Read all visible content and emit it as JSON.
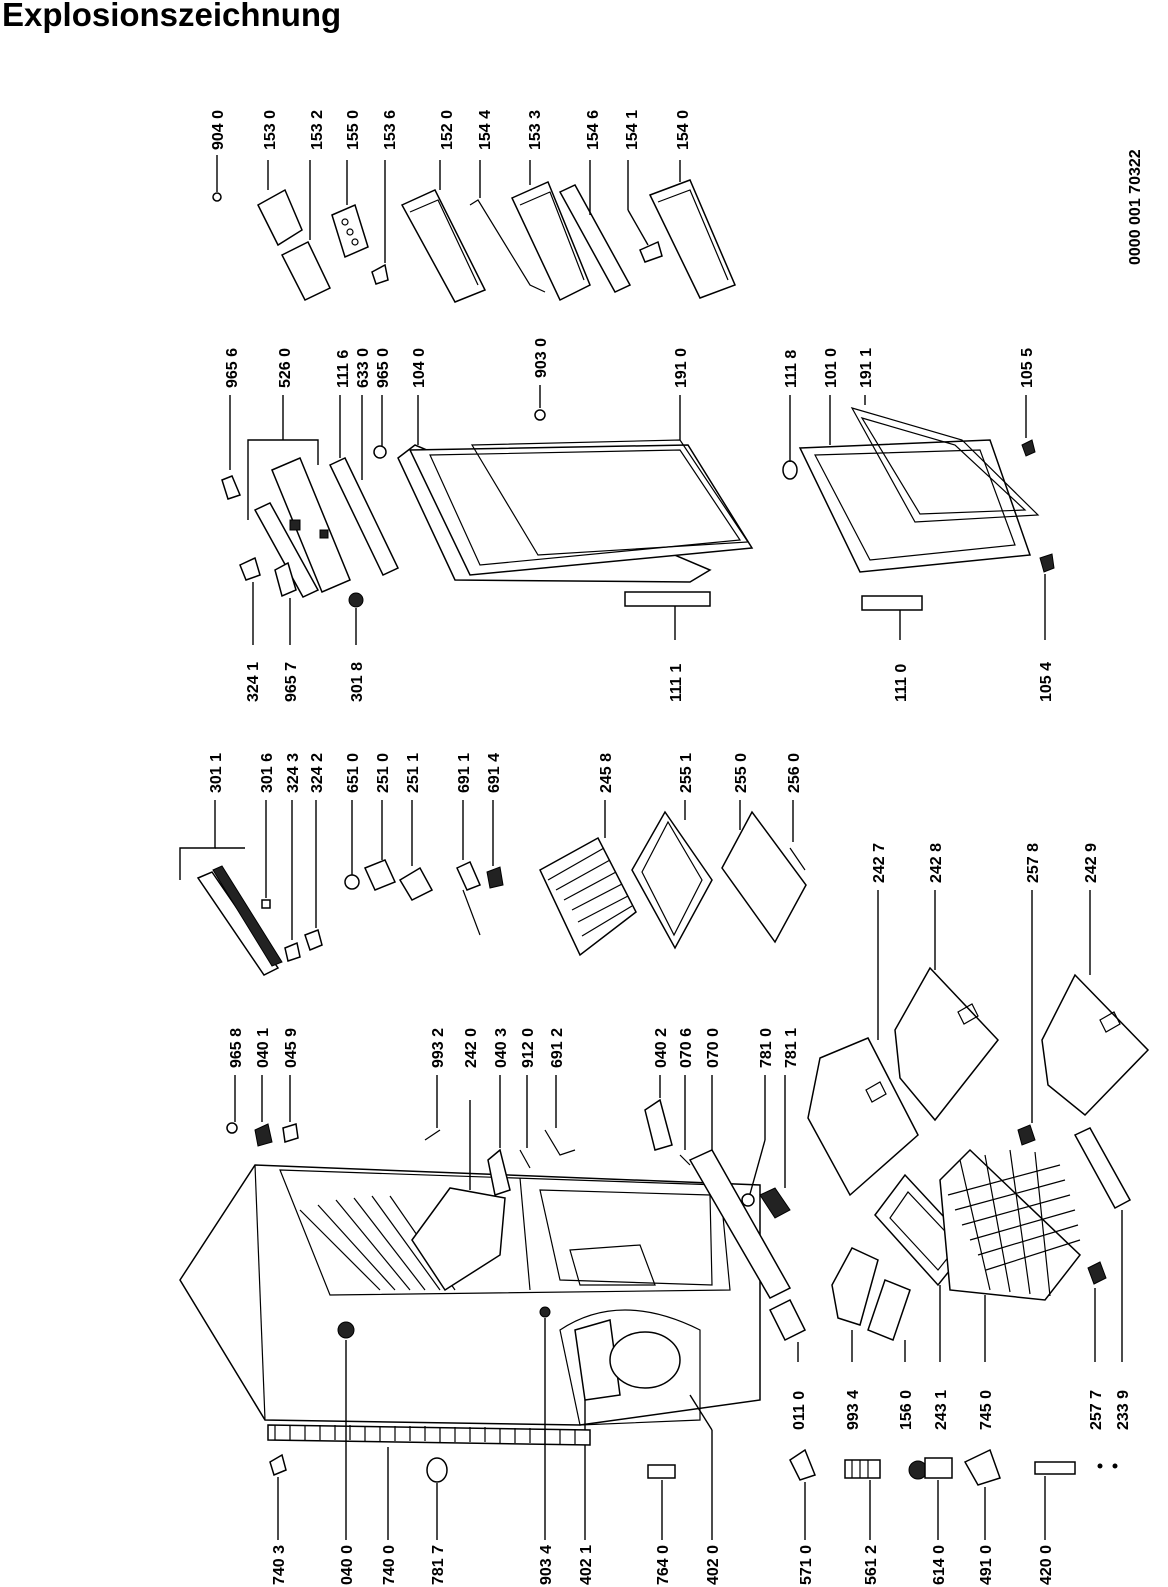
{
  "title": "Explosionszeichnung",
  "document_code": "0000 001 70322",
  "labels": {
    "l9040": "904 0",
    "l1530": "153 0",
    "l1532": "153 2",
    "l1550": "155 0",
    "l1536": "153 6",
    "l1520": "152 0",
    "l1544": "154 4",
    "l1533": "153 3",
    "l1546": "154 6",
    "l1541": "154 1",
    "l1540": "154 0",
    "l9656": "965 6",
    "l5260": "526 0",
    "l1116": "111 6",
    "l6330": "633 0",
    "l9650": "965 0",
    "l1040": "104 0",
    "l9030": "903 0",
    "l1910": "191 0",
    "l1118": "111 8",
    "l1010": "101 0",
    "l1911": "191 1",
    "l1055": "105 5",
    "l3241": "324 1",
    "l9657": "965 7",
    "l3018": "301 8",
    "l1111": "111 1",
    "l1110": "111 0",
    "l1054": "105 4",
    "l3011": "301 1",
    "l3016": "301 6",
    "l3243": "324 3",
    "l3242": "324 2",
    "l6510": "651 0",
    "l2510": "251 0",
    "l2511": "251 1",
    "l6911": "691 1",
    "l6914": "691 4",
    "l2458": "245 8",
    "l2551": "255 1",
    "l2550": "255 0",
    "l2560": "256 0",
    "l2427": "242 7",
    "l2428": "242 8",
    "l2578": "257 8",
    "l2429": "242 9",
    "l9658": "965 8",
    "l0401": "040 1",
    "l0459": "045 9",
    "l9932": "993 2",
    "l2420": "242 0",
    "l0403": "040 3",
    "l9120": "912 0",
    "l6912": "691 2",
    "l0402": "040 2",
    "l0706": "070 6",
    "l0700": "070 0",
    "l7810": "781 0",
    "l7811": "781 1",
    "l0110": "011 0",
    "l9934": "993 4",
    "l1560": "156 0",
    "l2431": "243 1",
    "l7450": "745 0",
    "l2577": "257 7",
    "l2339": "233 9",
    "l7403": "740 3",
    "l0400": "040 0",
    "l7400": "740 0",
    "l7817": "781 7",
    "l9034": "903 4",
    "l4021": "402 1",
    "l7640": "764 0",
    "l4020": "402 0",
    "l5710": "571 0",
    "l5612": "561 2",
    "l6140": "614 0",
    "l4910": "491 0",
    "l4200": "420 0"
  }
}
